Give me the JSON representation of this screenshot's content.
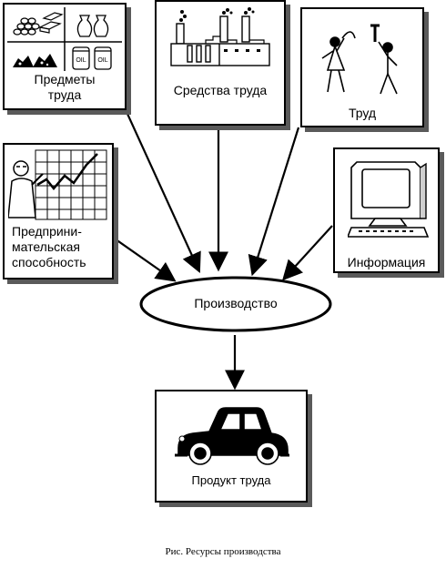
{
  "boxes": {
    "objects": {
      "label_line1": "Предметы",
      "label_line2": "труда",
      "icon": "raw-materials-icon",
      "oil_label_1": "OIL",
      "oil_label_2": "OIL"
    },
    "means": {
      "label": "Средства труда",
      "icon": "factory-icon"
    },
    "labor": {
      "label": "Труд",
      "icon": "workers-icon"
    },
    "entrepreneurship": {
      "label_line1": "Предприни-",
      "label_line2": "мательская",
      "label_line3": "способность",
      "icon": "presenter-chart-icon"
    },
    "information": {
      "label": "Информация",
      "icon": "computer-icon"
    },
    "production": {
      "label": "Производство"
    },
    "product": {
      "label": "Продукт труда",
      "icon": "car-icon"
    }
  },
  "caption": "Рис.  Ресурсы производства"
}
